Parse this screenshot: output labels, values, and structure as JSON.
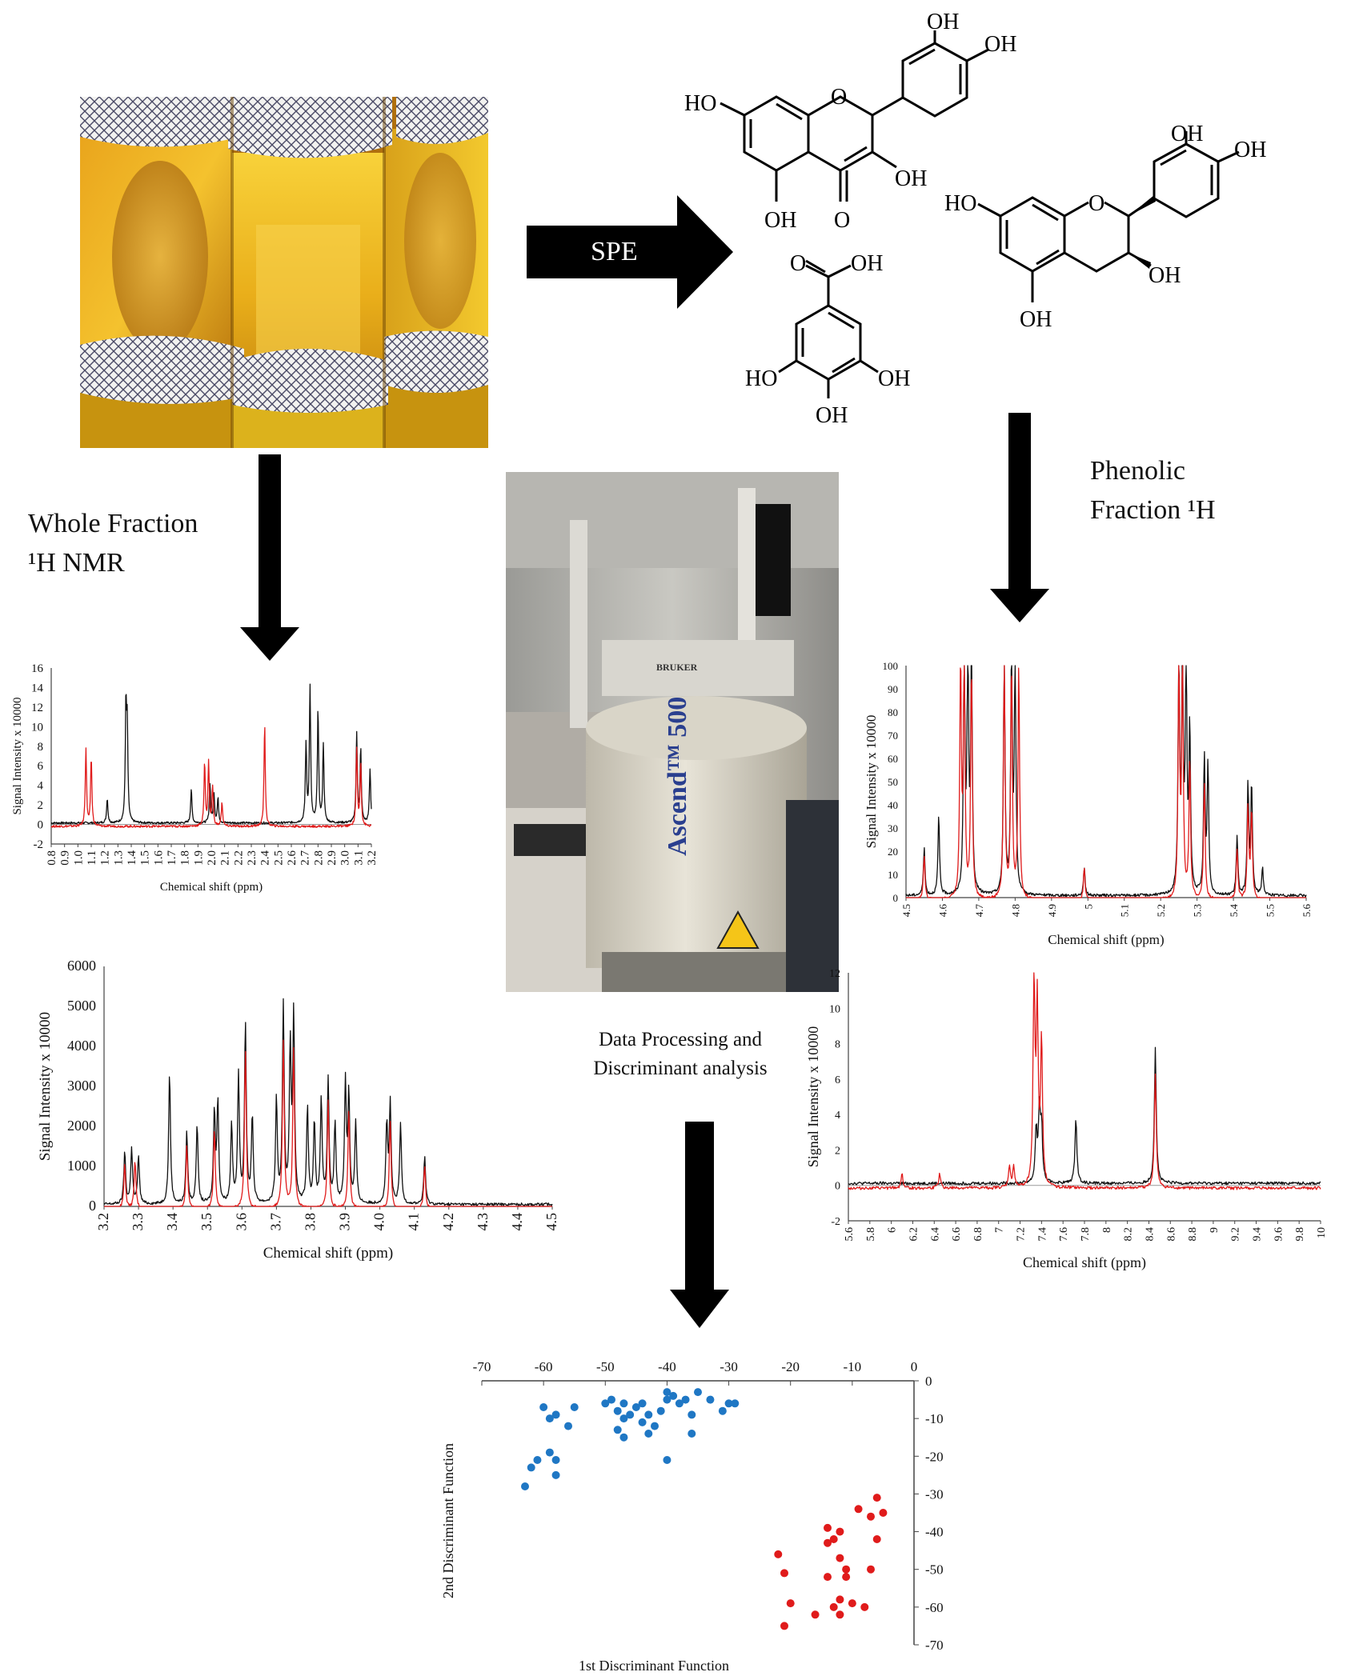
{
  "labels": {
    "spe": "SPE",
    "whole_fraction": "Whole  Fraction",
    "whole_fraction_nmr": "¹H NMR",
    "phenolic_fraction": "Phenolic",
    "phenolic_fraction_h": "Fraction ¹H",
    "data_processing": "Data Processing and",
    "discriminant_analysis": "Discriminant analysis"
  },
  "molecules": {
    "quercetin": [
      "OH",
      "OH",
      "HO",
      "O",
      "OH",
      "OH",
      "O"
    ],
    "catechin": [
      "OH",
      "OH",
      "HO",
      "O",
      "OH",
      "OH"
    ],
    "gallic_acid": [
      "O",
      "OH",
      "HO",
      "OH",
      "OH"
    ]
  },
  "instrument": {
    "brand": "BRUKER",
    "model": "Ascend™ 500"
  },
  "colors": {
    "red": "#e01b1b",
    "black": "#111111",
    "blue": "#1f77c4",
    "arrow": "#000000"
  },
  "chart_data": [
    {
      "id": "whole-aliphatic",
      "type": "line",
      "xlabel": "Chemical shift (ppm)",
      "ylabel": "Signal Intensity   x 10000",
      "xlim": [
        0.8,
        3.2
      ],
      "x_reversed": false,
      "ylim": [
        -2,
        16
      ],
      "xticks": [
        "0.8",
        "0.9",
        "1.0",
        "1.1",
        "1.2",
        "1.3",
        "1.4",
        "1.5",
        "1.6",
        "1.7",
        "1.8",
        "1.9",
        "2.0",
        "2.1",
        "2.2",
        "2.3",
        "2.4",
        "2.5",
        "2.6",
        "2.7",
        "2.8",
        "2.9",
        "3.0",
        "3.1",
        "3.2"
      ],
      "yticks": [
        "16",
        "14",
        "12",
        "10",
        "8",
        "6",
        "4",
        "2",
        "0",
        "-2"
      ],
      "series": [
        {
          "color": "black",
          "peaks": [
            [
              1.22,
              2.5
            ],
            [
              1.36,
              9
            ],
            [
              1.37,
              9
            ],
            [
              1.36,
              2.5
            ],
            [
              1.85,
              3.5
            ],
            [
              1.99,
              4
            ],
            [
              2.02,
              3
            ],
            [
              2.05,
              2.5
            ],
            [
              2.71,
              8
            ],
            [
              2.74,
              14
            ],
            [
              2.8,
              11.5
            ],
            [
              2.84,
              8
            ],
            [
              3.09,
              9
            ],
            [
              3.12,
              7.5
            ],
            [
              3.19,
              5.5
            ]
          ]
        },
        {
          "color": "red",
          "peaks": [
            [
              1.06,
              8
            ],
            [
              1.1,
              7
            ],
            [
              1.95,
              6.5
            ],
            [
              1.98,
              6.5
            ],
            [
              2.01,
              4
            ],
            [
              2.08,
              2.5
            ],
            [
              2.4,
              10.5
            ],
            [
              3.09,
              8
            ],
            [
              3.12,
              6.5
            ]
          ]
        }
      ]
    },
    {
      "id": "whole-sugar",
      "type": "line",
      "xlabel": "Chemical shift (ppm)",
      "ylabel": "Signal Intensity   x 10000",
      "xlim": [
        3.2,
        4.5
      ],
      "x_reversed": false,
      "ylim": [
        0,
        6000
      ],
      "xticks": [
        "3.2",
        "3.3",
        "3.4",
        "3.5",
        "3.6",
        "3.7",
        "3.8",
        "3.9",
        "4.0",
        "4.1",
        "4.2",
        "4.3",
        "4.4",
        "4.5"
      ],
      "yticks": [
        "6000",
        "5000",
        "4000",
        "3000",
        "2000",
        "1000",
        "0"
      ],
      "series": [
        {
          "color": "black",
          "peaks": [
            [
              3.26,
              1300
            ],
            [
              3.28,
              1400
            ],
            [
              3.3,
              1200
            ],
            [
              3.39,
              3300
            ],
            [
              3.44,
              1800
            ],
            [
              3.47,
              2000
            ],
            [
              3.52,
              2300
            ],
            [
              3.53,
              2500
            ],
            [
              3.57,
              2000
            ],
            [
              3.59,
              3200
            ],
            [
              3.61,
              4500
            ],
            [
              3.63,
              2200
            ],
            [
              3.7,
              2600
            ],
            [
              3.72,
              4900
            ],
            [
              3.74,
              3800
            ],
            [
              3.75,
              4650
            ],
            [
              3.79,
              2400
            ],
            [
              3.81,
              2000
            ],
            [
              3.83,
              2600
            ],
            [
              3.85,
              3100
            ],
            [
              3.87,
              2000
            ],
            [
              3.9,
              3000
            ],
            [
              3.91,
              2700
            ],
            [
              3.93,
              2000
            ],
            [
              4.02,
              2000
            ],
            [
              4.03,
              2500
            ],
            [
              4.06,
              2000
            ],
            [
              4.13,
              1200
            ]
          ]
        },
        {
          "color": "red",
          "peaks": [
            [
              3.26,
              1100
            ],
            [
              3.29,
              1200
            ],
            [
              3.44,
              1600
            ],
            [
              3.52,
              2000
            ],
            [
              3.61,
              4000
            ],
            [
              3.72,
              4200
            ],
            [
              3.75,
              4000
            ],
            [
              3.85,
              2700
            ],
            [
              3.91,
              2500
            ],
            [
              4.03,
              2200
            ],
            [
              4.13,
              1100
            ]
          ]
        }
      ]
    },
    {
      "id": "phenolic-anomeric",
      "type": "line",
      "xlabel": "Chemical shift (ppm)",
      "ylabel": "Signal Intensity   x 10000",
      "xlim": [
        4.5,
        5.6
      ],
      "x_reversed": false,
      "ylim": [
        0,
        100
      ],
      "xticks": [
        "4.5",
        "4.6",
        "4.7",
        "4.8",
        "4.9",
        "5",
        "5.1",
        "5.2",
        "5.3",
        "5.4",
        "5.5",
        "5.6"
      ],
      "yticks": [
        "100",
        "90",
        "80",
        "70",
        "60",
        "50",
        "40",
        "30",
        "20",
        "10",
        "0"
      ],
      "series": [
        {
          "color": "black",
          "peaks": [
            [
              4.55,
              20
            ],
            [
              4.59,
              34
            ],
            [
              4.66,
              100
            ],
            [
              4.67,
              100
            ],
            [
              4.68,
              100
            ],
            [
              4.77,
              100
            ],
            [
              4.79,
              100
            ],
            [
              4.8,
              100
            ],
            [
              4.99,
              12
            ],
            [
              5.25,
              100
            ],
            [
              5.26,
              100
            ],
            [
              5.27,
              100
            ],
            [
              5.28,
              70
            ],
            [
              5.32,
              58
            ],
            [
              5.33,
              55
            ],
            [
              5.41,
              25
            ],
            [
              5.44,
              47
            ],
            [
              5.45,
              47
            ],
            [
              5.48,
              12
            ]
          ]
        },
        {
          "color": "red",
          "peaks": [
            [
              4.55,
              19
            ],
            [
              4.65,
              100
            ],
            [
              4.66,
              100
            ],
            [
              4.68,
              100
            ],
            [
              4.77,
              100
            ],
            [
              4.79,
              100
            ],
            [
              4.81,
              100
            ],
            [
              4.99,
              14
            ],
            [
              5.25,
              100
            ],
            [
              5.26,
              100
            ],
            [
              5.28,
              60
            ],
            [
              5.32,
              50
            ],
            [
              5.41,
              22
            ],
            [
              5.44,
              40
            ],
            [
              5.45,
              38
            ]
          ]
        }
      ]
    },
    {
      "id": "phenolic-aromatic",
      "type": "line",
      "xlabel": "Chemical shift (ppm)",
      "ylabel": "Signal Intensity x 10000",
      "xlim": [
        5.6,
        10
      ],
      "x_reversed": false,
      "ylim": [
        -2,
        12
      ],
      "xticks": [
        "5.6",
        "5.8",
        "6",
        "6.2",
        "6.4",
        "6.6",
        "6.8",
        "7",
        "7.2",
        "7.4",
        "7.6",
        "7.8",
        "8",
        "8.2",
        "8.4",
        "8.6",
        "8.8",
        "9",
        "9.2",
        "9.4",
        "9.6",
        "9.8",
        "10"
      ],
      "yticks": [
        "12",
        "10",
        "8",
        "6",
        "4",
        "2",
        "0",
        "-2"
      ],
      "series": [
        {
          "color": "black",
          "peaks": [
            [
              7.35,
              3
            ],
            [
              7.38,
              4
            ],
            [
              7.4,
              3
            ],
            [
              7.72,
              3.7
            ],
            [
              8.46,
              7.7
            ]
          ]
        },
        {
          "color": "red",
          "peaks": [
            [
              6.1,
              0.8
            ],
            [
              6.45,
              0.8
            ],
            [
              7.1,
              1.2
            ],
            [
              7.14,
              1.2
            ],
            [
              7.33,
              11.5
            ],
            [
              7.36,
              10
            ],
            [
              7.4,
              8.2
            ],
            [
              8.46,
              6.5
            ]
          ]
        }
      ]
    },
    {
      "id": "discriminant-plot",
      "type": "scatter",
      "xlabel": "1st Discriminant Function",
      "ylabel": "2nd Discriminant Function",
      "xlim": [
        -70,
        0
      ],
      "ylim": [
        -70,
        0
      ],
      "xticks": [
        "-70",
        "-60",
        "-50",
        "-40",
        "-30",
        "-20",
        "-10",
        "0"
      ],
      "yticks": [
        "0",
        "-10",
        "-20",
        "-30",
        "-40",
        "-50",
        "-60",
        "-70"
      ],
      "series": [
        {
          "color": "blue",
          "points": [
            [
              -60,
              -7
            ],
            [
              -59,
              -10
            ],
            [
              -58,
              -9
            ],
            [
              -56,
              -12
            ],
            [
              -55,
              -7
            ],
            [
              -49,
              -5
            ],
            [
              -48,
              -8
            ],
            [
              -47,
              -6
            ],
            [
              -47,
              -10
            ],
            [
              -46,
              -9
            ],
            [
              -45,
              -7
            ],
            [
              -44,
              -11
            ],
            [
              -43,
              -9
            ],
            [
              -42,
              -12
            ],
            [
              -41,
              -8
            ],
            [
              -40,
              -5
            ],
            [
              -39,
              -4
            ],
            [
              -38,
              -6
            ],
            [
              -37,
              -5
            ],
            [
              -36,
              -9
            ],
            [
              -35,
              -3
            ],
            [
              -33,
              -5
            ],
            [
              -31,
              -8
            ],
            [
              -30,
              -6
            ],
            [
              -29,
              -6
            ],
            [
              -48,
              -13
            ],
            [
              -47,
              -15
            ],
            [
              -43,
              -14
            ],
            [
              -36,
              -14
            ],
            [
              -59,
              -19
            ],
            [
              -58,
              -21
            ],
            [
              -61,
              -21
            ],
            [
              -62,
              -23
            ],
            [
              -58,
              -25
            ],
            [
              -63,
              -28
            ],
            [
              -40,
              -21
            ],
            [
              -40,
              -3
            ],
            [
              -50,
              -6
            ],
            [
              -44,
              -6
            ]
          ]
        },
        {
          "color": "red",
          "points": [
            [
              -22,
              -46
            ],
            [
              -21,
              -51
            ],
            [
              -20,
              -59
            ],
            [
              -21,
              -65
            ],
            [
              -16,
              -62
            ],
            [
              -14,
              -39
            ],
            [
              -14,
              -43
            ],
            [
              -13,
              -42
            ],
            [
              -12,
              -40
            ],
            [
              -12,
              -47
            ],
            [
              -11,
              -50
            ],
            [
              -11,
              -52
            ],
            [
              -12,
              -58
            ],
            [
              -12,
              -62
            ],
            [
              -13,
              -60
            ],
            [
              -10,
              -59
            ],
            [
              -9,
              -34
            ],
            [
              -7,
              -36
            ],
            [
              -6,
              -31
            ],
            [
              -6,
              -42
            ],
            [
              -5,
              -35
            ],
            [
              -7,
              -50
            ],
            [
              -8,
              -60
            ],
            [
              -14,
              -52
            ]
          ]
        }
      ]
    }
  ]
}
